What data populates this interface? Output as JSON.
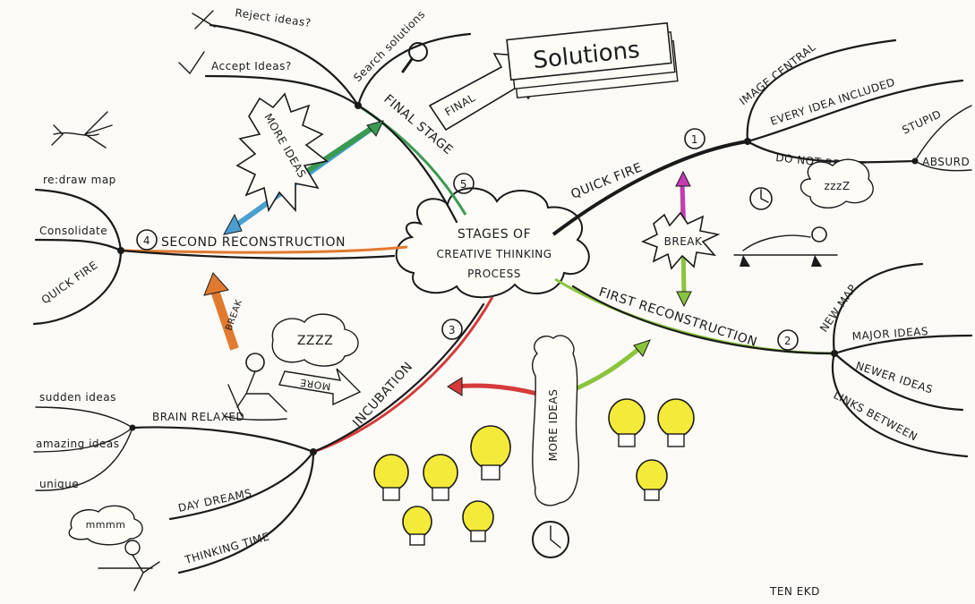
{
  "center": {
    "line1": "STAGES OF",
    "line2": "CREATIVE THINKING",
    "line3": "PROCESS"
  },
  "branches": {
    "quick_fire": {
      "label": "QUICK FIRE",
      "number": "1",
      "children": [
        "IMAGE CENTRAL",
        "EVERY IDEA INCLUDED",
        "DO NOT REJECT"
      ],
      "sub": [
        "STUPID",
        "ABSURD"
      ]
    },
    "first_reconstruction": {
      "label": "FIRST RECONSTRUCTION",
      "number": "2",
      "children": [
        "NEW MAP",
        "MAJOR IDEAS",
        "NEWER IDEAS",
        "LINKS BETWEEN"
      ]
    },
    "incubation": {
      "label": "INCUBATION",
      "number": "3",
      "children": [
        "BRAIN RELAXED",
        "DAY DREAMS",
        "THINKING TIME"
      ],
      "brain_children": [
        "sudden ideas",
        "amazing ideas",
        "unique"
      ]
    },
    "second_reconstruction": {
      "label": "SECOND RECONSTRUCTION",
      "number": "4",
      "children": [
        "re:draw map",
        "Consolidate",
        "QUICK FIRE"
      ]
    },
    "final_stage": {
      "label": "FINAL STAGE",
      "number": "5",
      "children": [
        "Search solutions",
        "Reject ideas?",
        "Accept Ideas?"
      ]
    }
  },
  "callouts": {
    "more_ideas_top": "MORE IDEAS",
    "more_ideas_bottom": "MORE IDEAS",
    "break": "BREAK",
    "zzzz_top": "zzzZ",
    "zzzz_mid": "ZZZZ",
    "more": "MORE",
    "break_arrow": "BREAK",
    "final": "FINAL",
    "solutions": "Solutions",
    "mmmm": "mmmm"
  },
  "signature": "TEN EKD",
  "colors": {
    "ink": "#1a1a1a",
    "green": "#3a9a52",
    "blue": "#4a9fd0",
    "orange": "#e07a30",
    "red": "#d53b3b",
    "lime": "#8ac43c",
    "magenta": "#c53ab8",
    "bulb_yellow": "#f4ea3a"
  }
}
